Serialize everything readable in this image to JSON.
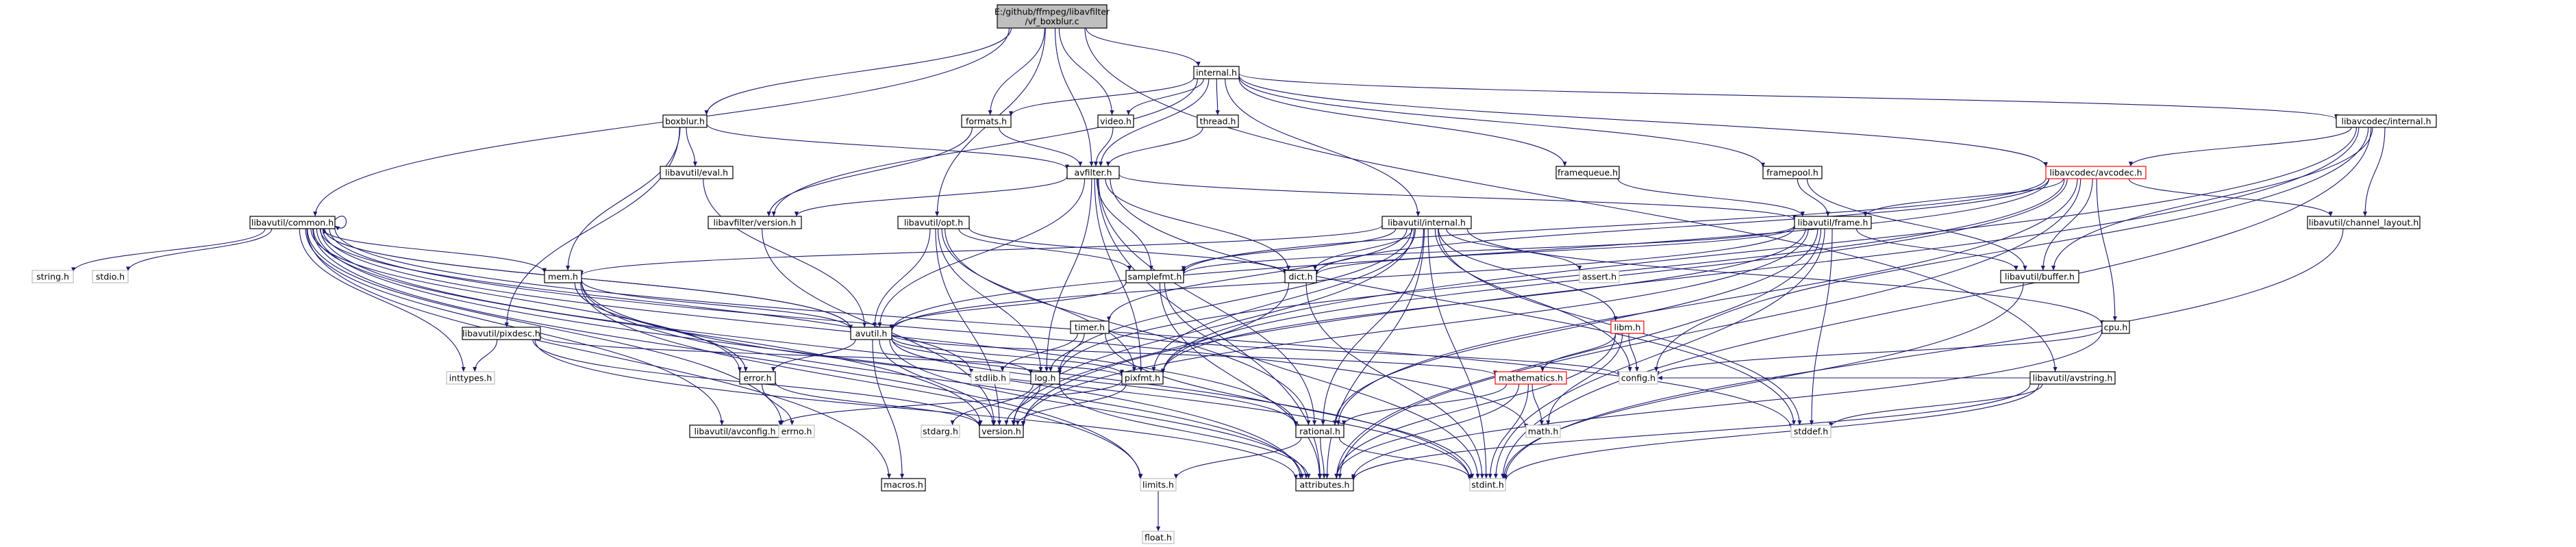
{
  "colors": {
    "edge": "#191970",
    "node_border": "#000000",
    "node_border_missing": "#bfbfbf",
    "node_border_truncated": "#ff0000",
    "node_fill": "#ffffff",
    "root_fill": "#bfbfbf",
    "text": "#000000"
  },
  "nodes": [
    {
      "id": "boxblur_c",
      "lines": [
        "E:/github/ffmpeg/libavfilter",
        "/vf_boxblur.c"
      ],
      "style": "root"
    },
    {
      "id": "internal_h",
      "lines": [
        "internal.h"
      ],
      "style": "normal"
    },
    {
      "id": "boxblur_h",
      "lines": [
        "boxblur.h"
      ],
      "style": "normal"
    },
    {
      "id": "formats_h",
      "lines": [
        "formats.h"
      ],
      "style": "normal"
    },
    {
      "id": "video_h",
      "lines": [
        "video.h"
      ],
      "style": "normal"
    },
    {
      "id": "thread_h",
      "lines": [
        "thread.h"
      ],
      "style": "normal"
    },
    {
      "id": "libavcodec_internal_h",
      "lines": [
        "libavcodec/internal.h"
      ],
      "style": "normal"
    },
    {
      "id": "libavutil_eval_h",
      "lines": [
        "libavutil/eval.h"
      ],
      "style": "normal"
    },
    {
      "id": "avfilter_h",
      "lines": [
        "avfilter.h"
      ],
      "style": "normal"
    },
    {
      "id": "framequeue_h",
      "lines": [
        "framequeue.h"
      ],
      "style": "normal"
    },
    {
      "id": "framepool_h",
      "lines": [
        "framepool.h"
      ],
      "style": "normal"
    },
    {
      "id": "libavcodec_avcodec_h",
      "lines": [
        "libavcodec/avcodec.h"
      ],
      "style": "truncated"
    },
    {
      "id": "libavutil_common_h",
      "lines": [
        "libavutil/common.h"
      ],
      "style": "normal"
    },
    {
      "id": "libavutil_opt_h",
      "lines": [
        "libavutil/opt.h"
      ],
      "style": "normal"
    },
    {
      "id": "libavfilter_version_h",
      "lines": [
        "libavfilter/version.h"
      ],
      "style": "normal"
    },
    {
      "id": "libavutil_internal_h",
      "lines": [
        "libavutil/internal.h"
      ],
      "style": "normal"
    },
    {
      "id": "libavutil_frame_h",
      "lines": [
        "libavutil/frame.h"
      ],
      "style": "normal"
    },
    {
      "id": "libavutil_channel_layout_h",
      "lines": [
        "libavutil/channel_layout.h"
      ],
      "style": "normal"
    },
    {
      "id": "string_h",
      "lines": [
        "string.h"
      ],
      "style": "missing"
    },
    {
      "id": "stdio_h",
      "lines": [
        "stdio.h"
      ],
      "style": "missing"
    },
    {
      "id": "mem_h",
      "lines": [
        "mem.h"
      ],
      "style": "normal"
    },
    {
      "id": "samplefmt_h",
      "lines": [
        "samplefmt.h"
      ],
      "style": "normal"
    },
    {
      "id": "dict_h",
      "lines": [
        "dict.h"
      ],
      "style": "normal"
    },
    {
      "id": "assert_h",
      "lines": [
        "assert.h"
      ],
      "style": "missing"
    },
    {
      "id": "libavutil_buffer_h",
      "lines": [
        "libavutil/buffer.h"
      ],
      "style": "normal"
    },
    {
      "id": "libavutil_pixdesc_h",
      "lines": [
        "libavutil/pixdesc.h"
      ],
      "style": "normal"
    },
    {
      "id": "avutil_h",
      "lines": [
        "avutil.h"
      ],
      "style": "normal"
    },
    {
      "id": "timer_h",
      "lines": [
        "timer.h"
      ],
      "style": "normal"
    },
    {
      "id": "libm_h",
      "lines": [
        "libm.h"
      ],
      "style": "truncated"
    },
    {
      "id": "cpu_h",
      "lines": [
        "cpu.h"
      ],
      "style": "normal"
    },
    {
      "id": "inttypes_h",
      "lines": [
        "inttypes.h"
      ],
      "style": "missing"
    },
    {
      "id": "error_h",
      "lines": [
        "error.h"
      ],
      "style": "normal"
    },
    {
      "id": "stdlib_h",
      "lines": [
        "stdlib.h"
      ],
      "style": "missing"
    },
    {
      "id": "log_h",
      "lines": [
        "log.h"
      ],
      "style": "normal"
    },
    {
      "id": "pixfmt_h",
      "lines": [
        "pixfmt.h"
      ],
      "style": "normal"
    },
    {
      "id": "mathematics_h",
      "lines": [
        "mathematics.h"
      ],
      "style": "truncated"
    },
    {
      "id": "config_h",
      "lines": [
        "config.h"
      ],
      "style": "missing"
    },
    {
      "id": "libavutil_avstring_h",
      "lines": [
        "libavutil/avstring.h"
      ],
      "style": "normal"
    },
    {
      "id": "libavutil_avconfig_h",
      "lines": [
        "libavutil/avconfig.h"
      ],
      "style": "normal"
    },
    {
      "id": "errno_h",
      "lines": [
        "errno.h"
      ],
      "style": "missing"
    },
    {
      "id": "version_h",
      "lines": [
        "version.h"
      ],
      "style": "normal"
    },
    {
      "id": "stdarg_h",
      "lines": [
        "stdarg.h"
      ],
      "style": "missing"
    },
    {
      "id": "rational_h",
      "lines": [
        "rational.h"
      ],
      "style": "normal"
    },
    {
      "id": "math_h",
      "lines": [
        "math.h"
      ],
      "style": "missing"
    },
    {
      "id": "stddef_h",
      "lines": [
        "stddef.h"
      ],
      "style": "missing"
    },
    {
      "id": "macros_h",
      "lines": [
        "macros.h"
      ],
      "style": "normal"
    },
    {
      "id": "limits_h",
      "lines": [
        "limits.h"
      ],
      "style": "missing"
    },
    {
      "id": "attributes_h",
      "lines": [
        "attributes.h"
      ],
      "style": "normal"
    },
    {
      "id": "stdint_h",
      "lines": [
        "stdint.h"
      ],
      "style": "missing"
    },
    {
      "id": "float_h",
      "lines": [
        "float.h"
      ],
      "style": "missing"
    }
  ],
  "edges": [
    [
      "boxblur_c",
      "internal_h"
    ],
    [
      "boxblur_c",
      "boxblur_h"
    ],
    [
      "boxblur_c",
      "formats_h"
    ],
    [
      "boxblur_c",
      "video_h"
    ],
    [
      "boxblur_c",
      "avfilter_h"
    ],
    [
      "boxblur_c",
      "libavutil_common_h"
    ],
    [
      "boxblur_c",
      "libavutil_opt_h"
    ],
    [
      "boxblur_c",
      "libavutil_avstring_h"
    ],
    [
      "internal_h",
      "formats_h"
    ],
    [
      "internal_h",
      "video_h"
    ],
    [
      "internal_h",
      "thread_h"
    ],
    [
      "internal_h",
      "libavcodec_internal_h"
    ],
    [
      "internal_h",
      "avfilter_h"
    ],
    [
      "internal_h",
      "framequeue_h"
    ],
    [
      "internal_h",
      "framepool_h"
    ],
    [
      "internal_h",
      "libavcodec_avcodec_h"
    ],
    [
      "internal_h",
      "libavfilter_version_h"
    ],
    [
      "internal_h",
      "libavutil_internal_h"
    ],
    [
      "boxblur_h",
      "libavutil_eval_h"
    ],
    [
      "boxblur_h",
      "avfilter_h"
    ],
    [
      "boxblur_h",
      "mem_h"
    ],
    [
      "boxblur_h",
      "libavutil_pixdesc_h"
    ],
    [
      "formats_h",
      "avfilter_h"
    ],
    [
      "formats_h",
      "libavfilter_version_h"
    ],
    [
      "video_h",
      "avfilter_h"
    ],
    [
      "thread_h",
      "avfilter_h"
    ],
    [
      "libavcodec_internal_h",
      "libavcodec_avcodec_h"
    ],
    [
      "libavcodec_internal_h",
      "libavutil_channel_layout_h"
    ],
    [
      "libavcodec_internal_h",
      "libavutil_buffer_h"
    ],
    [
      "libavcodec_internal_h",
      "pixfmt_h"
    ],
    [
      "libavcodec_internal_h",
      "stdint_h"
    ],
    [
      "libavcodec_internal_h",
      "config_h"
    ],
    [
      "libavcodec_internal_h",
      "version_h"
    ],
    [
      "libavutil_eval_h",
      "avutil_h"
    ],
    [
      "avfilter_h",
      "libavfilter_version_h"
    ],
    [
      "avfilter_h",
      "libavutil_frame_h"
    ],
    [
      "avfilter_h",
      "dict_h"
    ],
    [
      "avfilter_h",
      "samplefmt_h"
    ],
    [
      "avfilter_h",
      "avutil_h"
    ],
    [
      "avfilter_h",
      "log_h"
    ],
    [
      "avfilter_h",
      "pixfmt_h"
    ],
    [
      "avfilter_h",
      "rational_h"
    ],
    [
      "avfilter_h",
      "attributes_h"
    ],
    [
      "avfilter_h",
      "stddef_h"
    ],
    [
      "framequeue_h",
      "libavutil_frame_h"
    ],
    [
      "framepool_h",
      "libavutil_frame_h"
    ],
    [
      "framepool_h",
      "libavutil_buffer_h"
    ],
    [
      "libavcodec_avcodec_h",
      "libavutil_frame_h"
    ],
    [
      "libavcodec_avcodec_h",
      "libavutil_channel_layout_h"
    ],
    [
      "libavcodec_avcodec_h",
      "libavutil_buffer_h"
    ],
    [
      "libavcodec_avcodec_h",
      "samplefmt_h"
    ],
    [
      "libavcodec_avcodec_h",
      "dict_h"
    ],
    [
      "libavcodec_avcodec_h",
      "cpu_h"
    ],
    [
      "libavcodec_avcodec_h",
      "log_h"
    ],
    [
      "libavcodec_avcodec_h",
      "pixfmt_h"
    ],
    [
      "libavcodec_avcodec_h",
      "rational_h"
    ],
    [
      "libavcodec_avcodec_h",
      "attributes_h"
    ],
    [
      "libavcodec_avcodec_h",
      "avutil_h"
    ],
    [
      "libavutil_common_h",
      "libavutil_common_h"
    ],
    [
      "libavutil_common_h",
      "string_h"
    ],
    [
      "libavutil_common_h",
      "stdio_h"
    ],
    [
      "libavutil_common_h",
      "mem_h"
    ],
    [
      "libavutil_common_h",
      "avutil_h"
    ],
    [
      "libavutil_common_h",
      "inttypes_h"
    ],
    [
      "libavutil_common_h",
      "error_h"
    ],
    [
      "libavutil_common_h",
      "stdlib_h"
    ],
    [
      "libavutil_common_h",
      "libavutil_avconfig_h"
    ],
    [
      "libavutil_common_h",
      "errno_h"
    ],
    [
      "libavutil_common_h",
      "version_h"
    ],
    [
      "libavutil_common_h",
      "rational_h"
    ],
    [
      "libavutil_common_h",
      "math_h"
    ],
    [
      "libavutil_common_h",
      "macros_h"
    ],
    [
      "libavutil_common_h",
      "limits_h"
    ],
    [
      "libavutil_common_h",
      "attributes_h"
    ],
    [
      "libavutil_common_h",
      "stdint_h"
    ],
    [
      "libavutil_common_h",
      "stddef_h"
    ],
    [
      "libavutil_opt_h",
      "samplefmt_h"
    ],
    [
      "libavutil_opt_h",
      "dict_h"
    ],
    [
      "libavutil_opt_h",
      "avutil_h"
    ],
    [
      "libavutil_opt_h",
      "log_h"
    ],
    [
      "libavutil_opt_h",
      "pixfmt_h"
    ],
    [
      "libavutil_opt_h",
      "rational_h"
    ],
    [
      "libavutil_opt_h",
      "version_h"
    ],
    [
      "libavfilter_version_h",
      "version_h"
    ],
    [
      "libavutil_internal_h",
      "mem_h"
    ],
    [
      "libavutil_internal_h",
      "samplefmt_h"
    ],
    [
      "libavutil_internal_h",
      "dict_h"
    ],
    [
      "libavutil_internal_h",
      "assert_h"
    ],
    [
      "libavutil_internal_h",
      "timer_h"
    ],
    [
      "libavutil_internal_h",
      "libm_h"
    ],
    [
      "libavutil_internal_h",
      "cpu_h"
    ],
    [
      "libavutil_internal_h",
      "config_h"
    ],
    [
      "libavutil_internal_h",
      "pixfmt_h"
    ],
    [
      "libavutil_internal_h",
      "log_h"
    ],
    [
      "libavutil_internal_h",
      "attributes_h"
    ],
    [
      "libavutil_internal_h",
      "stddef_h"
    ],
    [
      "libavutil_internal_h",
      "stdint_h"
    ],
    [
      "libavutil_internal_h",
      "version_h"
    ],
    [
      "libavutil_internal_h",
      "rational_h"
    ],
    [
      "libavutil_frame_h",
      "libavutil_buffer_h"
    ],
    [
      "libavutil_frame_h",
      "samplefmt_h"
    ],
    [
      "libavutil_frame_h",
      "dict_h"
    ],
    [
      "libavutil_frame_h",
      "avutil_h"
    ],
    [
      "libavutil_frame_h",
      "pixfmt_h"
    ],
    [
      "libavutil_frame_h",
      "rational_h"
    ],
    [
      "libavutil_frame_h",
      "version_h"
    ],
    [
      "libavutil_frame_h",
      "attributes_h"
    ],
    [
      "libavutil_frame_h",
      "stdint_h"
    ],
    [
      "libavutil_frame_h",
      "stddef_h"
    ],
    [
      "libavutil_channel_layout_h",
      "stdint_h"
    ],
    [
      "mem_h",
      "avutil_h"
    ],
    [
      "mem_h",
      "error_h"
    ],
    [
      "mem_h",
      "attributes_h"
    ],
    [
      "mem_h",
      "limits_h"
    ],
    [
      "mem_h",
      "stdint_h"
    ],
    [
      "samplefmt_h",
      "avutil_h"
    ],
    [
      "samplefmt_h",
      "attributes_h"
    ],
    [
      "samplefmt_h",
      "stdint_h"
    ],
    [
      "dict_h",
      "version_h"
    ],
    [
      "dict_h",
      "stdint_h"
    ],
    [
      "libavutil_buffer_h",
      "stdint_h"
    ],
    [
      "libavutil_pixdesc_h",
      "inttypes_h"
    ],
    [
      "libavutil_pixdesc_h",
      "pixfmt_h"
    ],
    [
      "libavutil_pixdesc_h",
      "version_h"
    ],
    [
      "libavutil_pixdesc_h",
      "attributes_h"
    ],
    [
      "avutil_h",
      "libavutil_common_h"
    ],
    [
      "avutil_h",
      "error_h"
    ],
    [
      "avutil_h",
      "log_h"
    ],
    [
      "avutil_h",
      "pixfmt_h"
    ],
    [
      "avutil_h",
      "mathematics_h"
    ],
    [
      "avutil_h",
      "version_h"
    ],
    [
      "avutil_h",
      "rational_h"
    ],
    [
      "avutil_h",
      "macros_h"
    ],
    [
      "avutil_h",
      "attributes_h"
    ],
    [
      "timer_h",
      "config_h"
    ],
    [
      "timer_h",
      "log_h"
    ],
    [
      "timer_h",
      "stdlib_h"
    ],
    [
      "timer_h",
      "stdint_h"
    ],
    [
      "libm_h",
      "mathematics_h"
    ],
    [
      "libm_h",
      "config_h"
    ],
    [
      "libm_h",
      "math_h"
    ],
    [
      "libm_h",
      "attributes_h"
    ],
    [
      "cpu_h",
      "attributes_h"
    ],
    [
      "cpu_h",
      "config_h"
    ],
    [
      "error_h",
      "errno_h"
    ],
    [
      "error_h",
      "version_h"
    ],
    [
      "log_h",
      "stdarg_h"
    ],
    [
      "log_h",
      "version_h"
    ],
    [
      "log_h",
      "attributes_h"
    ],
    [
      "pixfmt_h",
      "version_h"
    ],
    [
      "pixfmt_h",
      "libavutil_avconfig_h"
    ],
    [
      "mathematics_h",
      "rational_h"
    ],
    [
      "mathematics_h",
      "math_h"
    ],
    [
      "mathematics_h",
      "attributes_h"
    ],
    [
      "mathematics_h",
      "stdint_h"
    ],
    [
      "libavutil_avstring_h",
      "attributes_h"
    ],
    [
      "libavutil_avstring_h",
      "stddef_h"
    ],
    [
      "libavutil_avstring_h",
      "stdint_h"
    ],
    [
      "libavutil_avstring_h",
      "config_h"
    ],
    [
      "rational_h",
      "attributes_h"
    ],
    [
      "rational_h",
      "stdint_h"
    ],
    [
      "rational_h",
      "limits_h"
    ],
    [
      "limits_h",
      "float_h"
    ]
  ]
}
